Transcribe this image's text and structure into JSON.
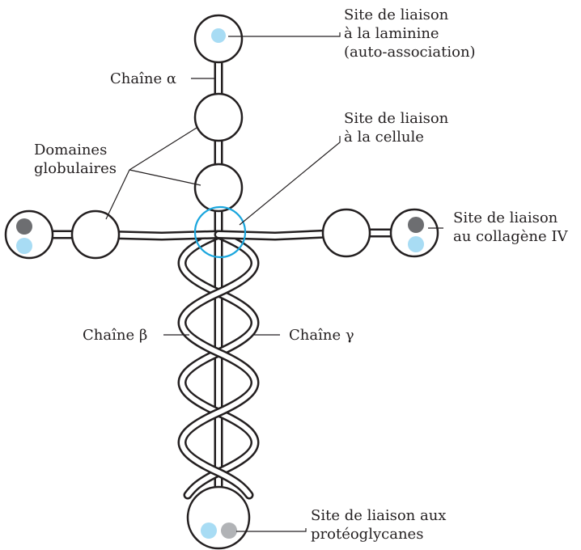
{
  "labels": {
    "laminin_site": [
      "Site de liaison",
      "à la laminine",
      "(auto-association)"
    ],
    "alpha_chain": "Chaîne α",
    "cell_site": [
      "Site de liaison",
      "à la cellule"
    ],
    "globular_domains": [
      "Domaines",
      "globulaires"
    ],
    "collagen_site": [
      "Site de liaison",
      "au collagène IV"
    ],
    "beta_chain": "Chaîne β",
    "gamma_chain": "Chaîne γ",
    "proteoglycan_site": [
      "Site de liaison aux",
      "protéoglycanes"
    ]
  },
  "colors": {
    "outline": "#231f20",
    "binding_site_light": "#a8dcf4",
    "binding_site_dark": "#6d6e71",
    "binding_site_grey": "#b1b3b6",
    "cell_site_ring": "#1aa6dd"
  }
}
